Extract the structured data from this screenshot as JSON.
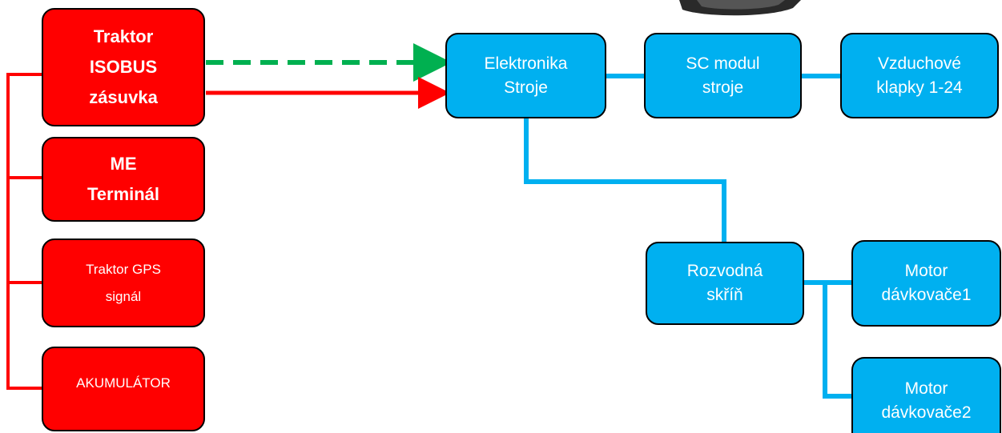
{
  "diagram": {
    "power_boxes": {
      "tractor_isobus": {
        "line1": "Traktor",
        "line2": "ISOBUS",
        "line3": "zásuvka"
      },
      "me_terminal": {
        "line1": "ME",
        "line2": "Terminál"
      },
      "tractor_gps": {
        "line1": "Traktor GPS",
        "line2": "signál"
      },
      "akumulator": {
        "line1": "AKUMULÁTOR"
      }
    },
    "machine_boxes": {
      "elektronika": {
        "line1": "Elektronika",
        "line2": "Stroje"
      },
      "sc_modul": {
        "line1": "SC modul",
        "line2": "stroje"
      },
      "vzduchove_klapky": {
        "line1": "Vzduchové",
        "line2": "klapky 1-24"
      },
      "rozvodna_skrin": {
        "line1": "Rozvodná",
        "line2": "skříň"
      },
      "motor1": {
        "line1": "Motor",
        "line2": "dávkovače1"
      },
      "motor2": {
        "line1": "Motor",
        "line2": "dávkovače2"
      }
    },
    "colors": {
      "power_fill": "#ff0000",
      "machine_fill": "#00b0f0",
      "data_arrow": "#00b050",
      "power_arrow": "#ff0000",
      "connector": "#00b0f0"
    }
  }
}
